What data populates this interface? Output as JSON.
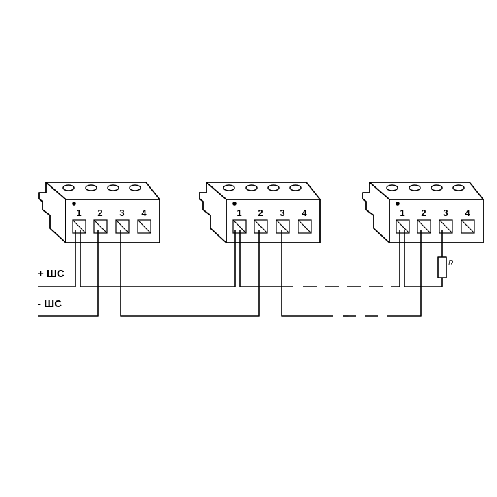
{
  "blocks": [
    {
      "terminals": [
        "1",
        "2",
        "3",
        "4"
      ]
    },
    {
      "terminals": [
        "1",
        "2",
        "3",
        "4"
      ]
    },
    {
      "terminals": [
        "1",
        "2",
        "3",
        "4"
      ]
    }
  ],
  "wire_labels": {
    "positive": "+ ШС",
    "negative": "- ШС"
  },
  "resistor_label": "R"
}
